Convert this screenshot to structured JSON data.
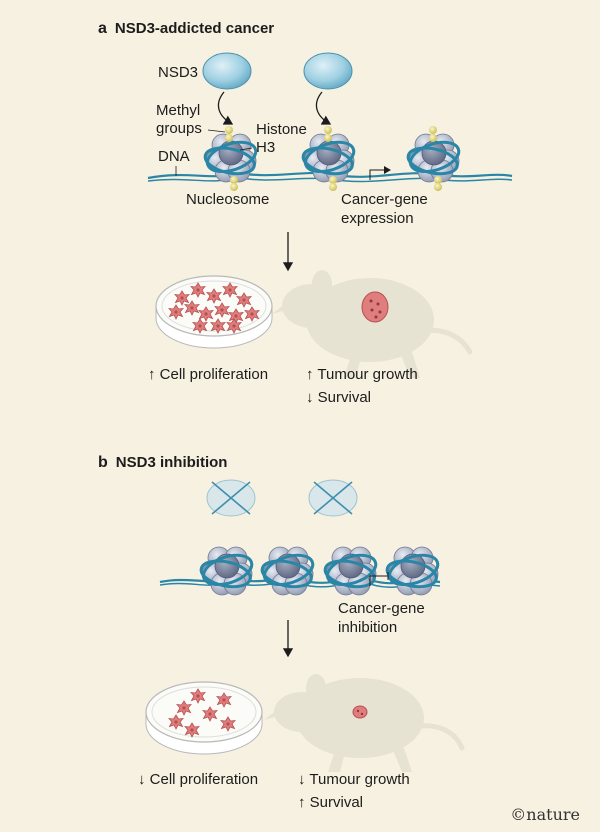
{
  "panels": [
    {
      "letter": "a",
      "title": "NSD3-addicted cancer",
      "labels": {
        "nsd3": "NSD3",
        "methyl_1": "Methyl",
        "methyl_2": "groups",
        "histone_1": "Histone",
        "histone_2": "H3",
        "dna": "DNA",
        "nucleosome": "Nucleosome",
        "expression_1": "Cancer-gene",
        "expression_2": "expression"
      },
      "outcomes": {
        "cells": "↑ Cell proliferation",
        "tumour": "↑ Tumour growth",
        "survival": "↓ Survival"
      }
    },
    {
      "letter": "b",
      "title": "NSD3 inhibition",
      "labels": {
        "inhibition_1": "Cancer-gene",
        "inhibition_2": "inhibition"
      },
      "outcomes": {
        "cells": "↓ Cell proliferation",
        "tumour": "↓ Tumour growth",
        "survival": "↑ Survival"
      }
    }
  ],
  "credit": "©nature",
  "colors": {
    "background": "#f7f1e1",
    "dna": "#2a86a6",
    "histone": "#a9b2c7",
    "nsd3": "#8ec5da",
    "methyl": "#e3d777",
    "cell": "#e07d7d",
    "mouse": "#e6e3d3"
  }
}
